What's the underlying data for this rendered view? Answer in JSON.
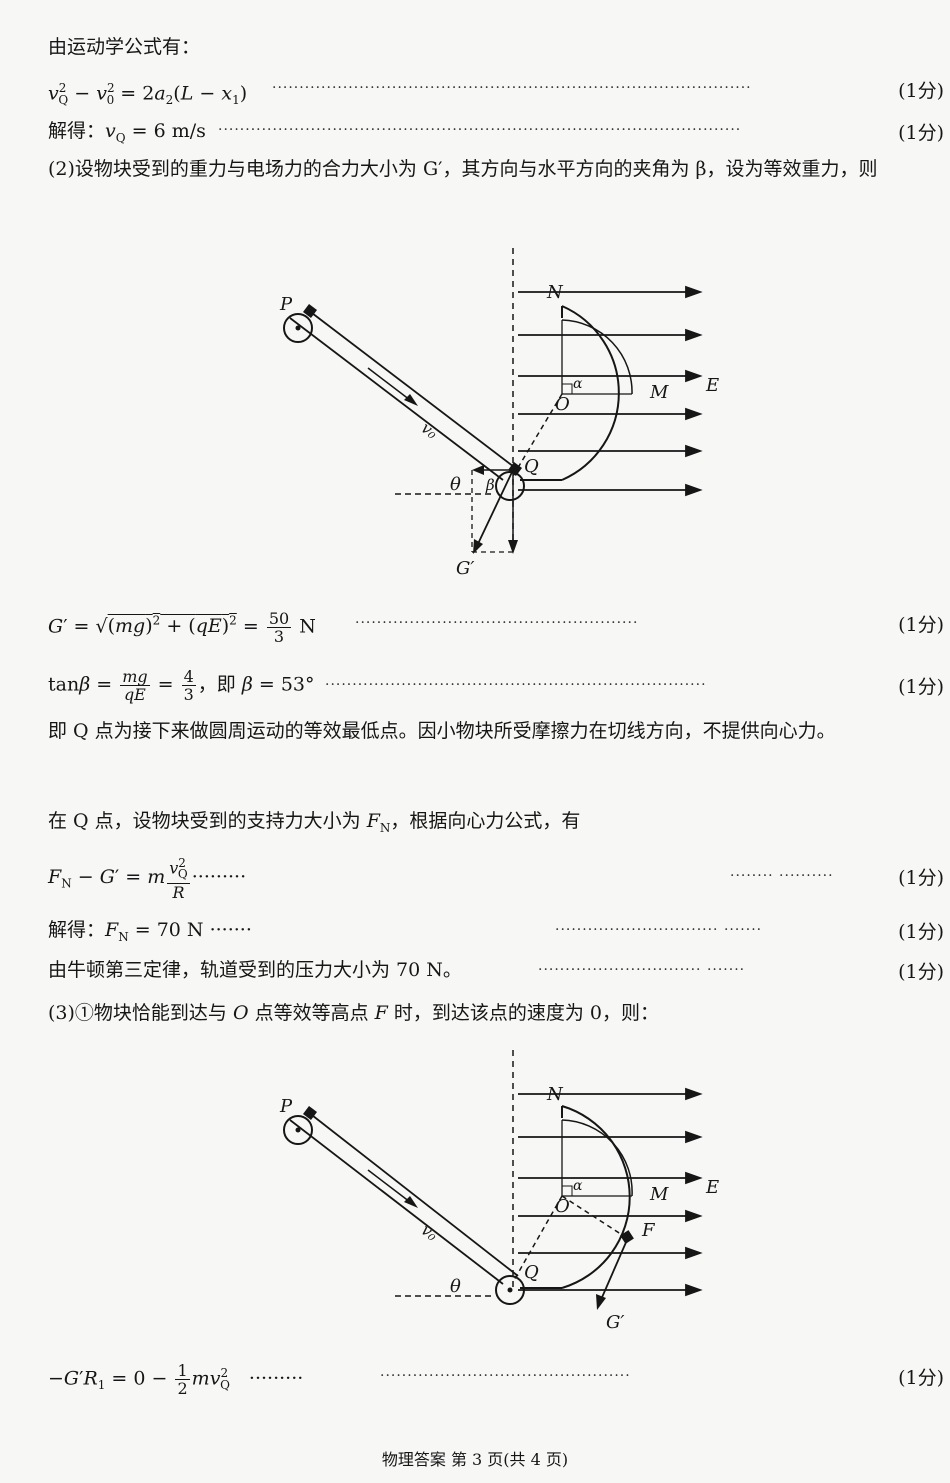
{
  "lines": {
    "kinematics_intro": "由运动学公式有：",
    "eq1": "v²_Q − v²_0 = 2a₂(L − x₁)",
    "solve_vq": "解得：v_Q = 6 m/s",
    "part2_intro": "(2)设物块受到的重力与电场力的合力大小为 G′，其方向与水平方向的夹角为 β，设为等效重力，则",
    "eq_g_prime": "G′ = √((mg)² + (qE)²) = 50/3 N",
    "eq_tan_beta": "tanβ = mg/qE = 4/3，即 β = 53°",
    "q_lowest": "即 Q 点为接下来做圆周运动的等效最低点。因小物块所受摩擦力在切线方向，不提供向心力。",
    "at_q": "在 Q 点，设物块受到的支持力大小为 F_N，根据向心力公式，有",
    "eq_fn": "F_N − G′ = m v²_Q / R",
    "solve_fn": "解得：F_N = 70 N",
    "newton3": "由牛顿第三定律，轨道受到的压力大小为 70 N。",
    "part3_intro": "(3)①物块恰能到达与 O 点等效等高点 F 时，到达该点的速度为 0，则：",
    "eq_last": "−G′R₁ = 0 − ½ m v²_Q"
  },
  "score_label": "(1分)",
  "diagram1_labels": {
    "P": "P",
    "N": "N",
    "E": "E",
    "M": "M",
    "O": "O",
    "Q": "Q",
    "alpha": "α",
    "theta": "θ",
    "beta": "β",
    "v0": "v₀",
    "G_prime": "G′"
  },
  "diagram2_labels": {
    "P": "P",
    "N": "N",
    "E": "E",
    "M": "M",
    "O": "O",
    "Q": "Q",
    "F": "F",
    "alpha": "α",
    "theta": "θ",
    "v0": "v₀",
    "G_prime": "G′"
  },
  "footer": "物理答案 第 3 页(共 4 页)"
}
